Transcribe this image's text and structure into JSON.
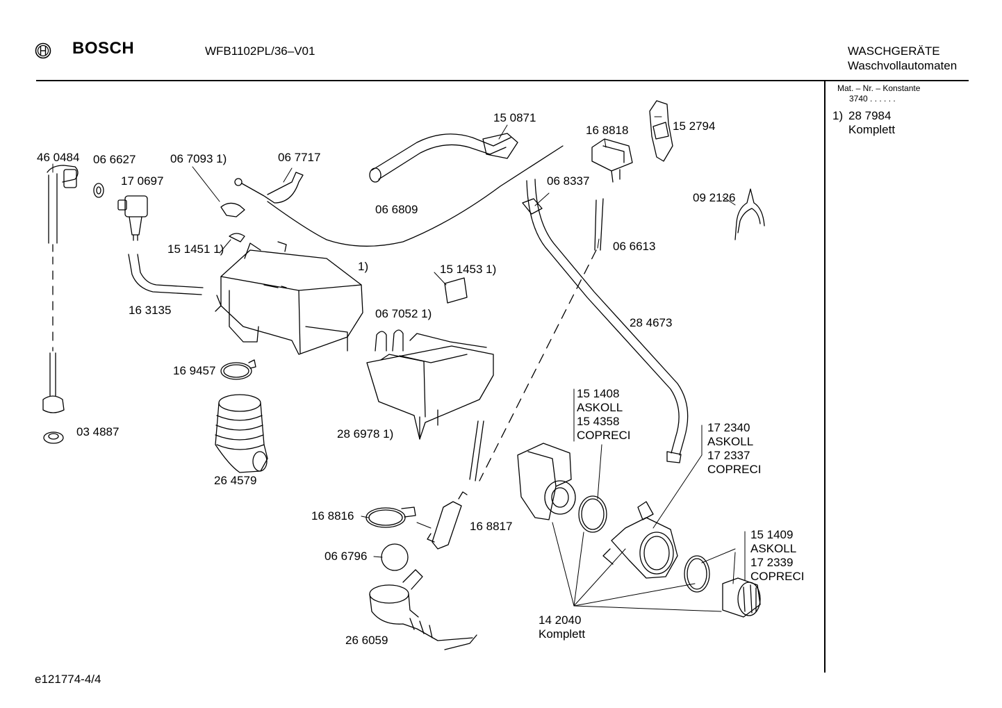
{
  "header": {
    "brand": "BOSCH",
    "model": "WFB1102PL/36–V01",
    "category_line1": "WASCHGERÄTE",
    "category_line2": "Waschvollautomaten"
  },
  "sidebar": {
    "constant_label": "Mat. – Nr. – Konstante",
    "constant_value": "3740  .  .  .  .  .  .",
    "note_number": "1)",
    "note_part": "28 7984",
    "note_text": "Komplett"
  },
  "footer": {
    "doc_id": "e121774-4/4"
  },
  "parts": [
    {
      "id": "p460484",
      "label": "46 0484"
    },
    {
      "id": "p066627",
      "label": "06 6627"
    },
    {
      "id": "p170697",
      "label": "17 0697"
    },
    {
      "id": "p067093",
      "label": "06 7093 1)"
    },
    {
      "id": "p067717",
      "label": "06 7717"
    },
    {
      "id": "p150871",
      "label": "15 0871"
    },
    {
      "id": "p168818",
      "label": "16 8818"
    },
    {
      "id": "p152794",
      "label": "15 2794"
    },
    {
      "id": "p068337",
      "label": "06 8337"
    },
    {
      "id": "p092126",
      "label": "09 2126"
    },
    {
      "id": "p066809",
      "label": "06 6809"
    },
    {
      "id": "p151451",
      "label": "15 1451 1)"
    },
    {
      "id": "p1note",
      "label": "1)"
    },
    {
      "id": "p066613",
      "label": "06 6613"
    },
    {
      "id": "p151453",
      "label": "15 1453 1)"
    },
    {
      "id": "p163135",
      "label": "16 3135"
    },
    {
      "id": "p067052",
      "label": "06 7052 1)"
    },
    {
      "id": "p284673",
      "label": "28 4673"
    },
    {
      "id": "p169457",
      "label": "16 9457"
    },
    {
      "id": "p286978",
      "label": "28 6978 1)"
    },
    {
      "id": "p034887",
      "label": "03 4887"
    },
    {
      "id": "p264579",
      "label": "26 4579"
    },
    {
      "id": "p151408",
      "label": "15 1408\nASKOLL\n15 4358\nCOPRECI"
    },
    {
      "id": "p172340",
      "label": "17 2340\nASKOLL\n17 2337\nCOPRECI"
    },
    {
      "id": "p168816",
      "label": "16 8816"
    },
    {
      "id": "p168817",
      "label": "16 8817"
    },
    {
      "id": "p066796",
      "label": "06 6796"
    },
    {
      "id": "p151409",
      "label": "15 1409\nASKOLL\n17 2339\nCOPRECI"
    },
    {
      "id": "p142040",
      "label": "14 2040\nKomplett"
    },
    {
      "id": "p266059",
      "label": "26 6059"
    }
  ]
}
